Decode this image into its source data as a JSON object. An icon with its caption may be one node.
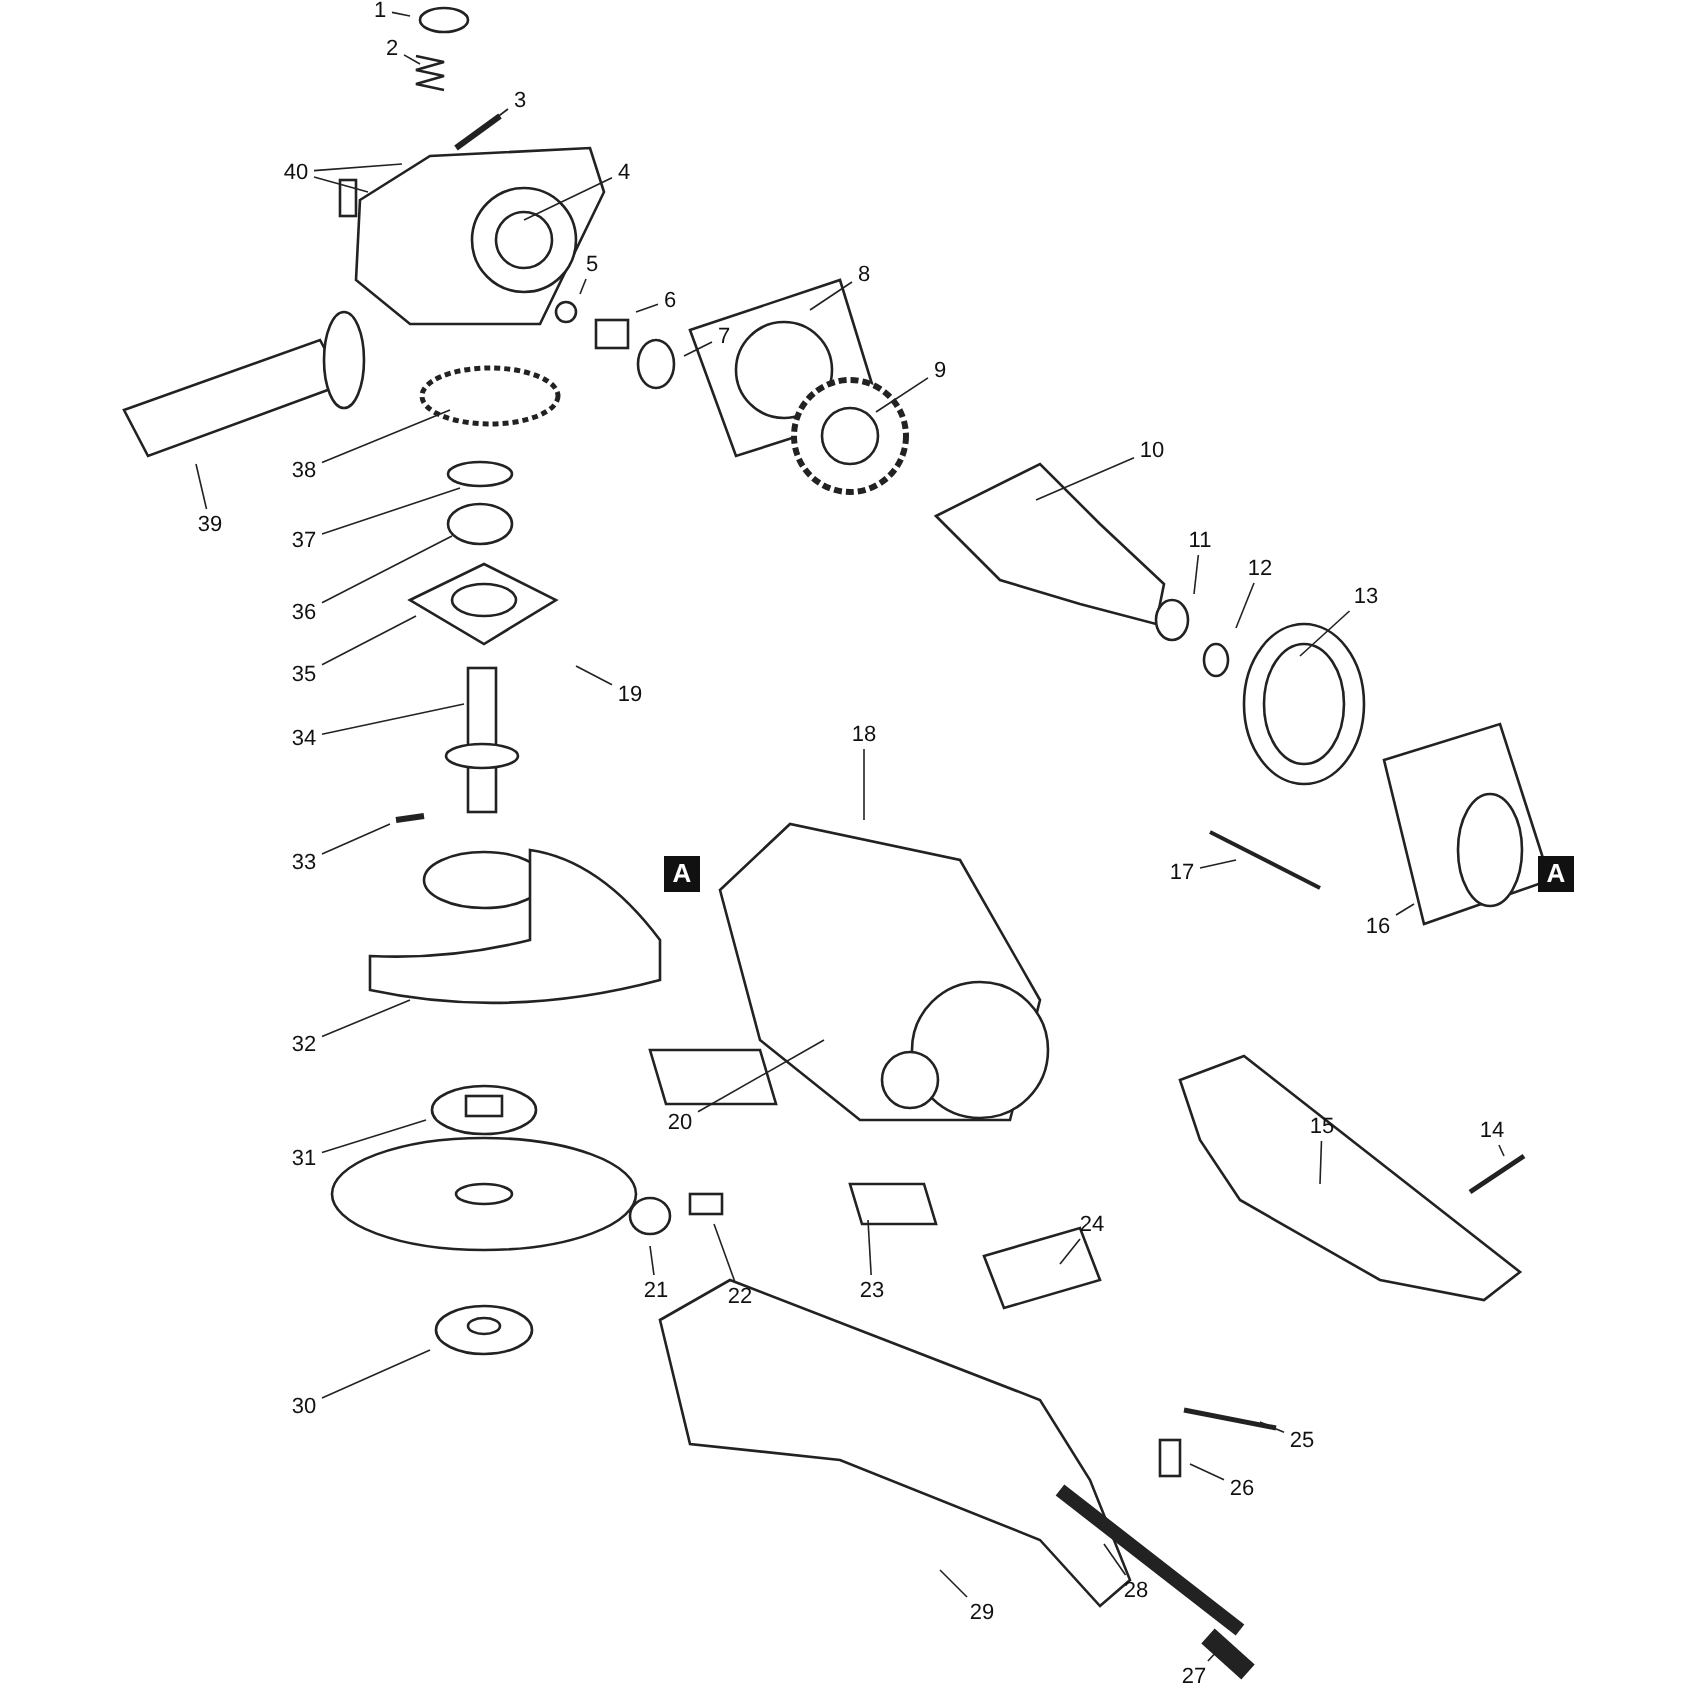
{
  "diagram": {
    "nodes": [
      {
        "text": [
          "1"
        ]
      },
      {
        "text": [
          "2"
        ]
      },
      {
        "text": [
          "3"
        ]
      },
      {
        "text": [
          "4"
        ]
      },
      {
        "text": [
          "5"
        ]
      },
      {
        "text": [
          "6"
        ]
      },
      {
        "text": [
          "7"
        ]
      },
      {
        "text": [
          "8"
        ]
      },
      {
        "text": [
          "9"
        ]
      },
      {
        "text": [
          "10"
        ]
      },
      {
        "text": [
          "11"
        ]
      },
      {
        "text": [
          "12"
        ]
      },
      {
        "text": [
          "13"
        ]
      },
      {
        "text": [
          "14"
        ]
      },
      {
        "text": [
          "15"
        ]
      },
      {
        "text": [
          "16"
        ]
      },
      {
        "text": [
          "17"
        ]
      },
      {
        "text": [
          "18"
        ]
      },
      {
        "text": [
          "19"
        ]
      },
      {
        "text": [
          "20"
        ]
      },
      {
        "text": [
          "21"
        ]
      },
      {
        "text": [
          "22"
        ]
      },
      {
        "text": [
          "23"
        ]
      },
      {
        "text": [
          "24"
        ]
      },
      {
        "text": [
          "25"
        ]
      },
      {
        "text": [
          "26"
        ]
      },
      {
        "text": [
          "27"
        ]
      },
      {
        "text": [
          "28"
        ]
      },
      {
        "text": [
          "29"
        ]
      },
      {
        "text": [
          "30"
        ]
      },
      {
        "text": [
          "31"
        ]
      },
      {
        "text": [
          "32"
        ]
      },
      {
        "text": [
          "33"
        ]
      },
      {
        "text": [
          "34"
        ]
      },
      {
        "text": [
          "35"
        ]
      },
      {
        "text": [
          "36"
        ]
      },
      {
        "text": [
          "37"
        ]
      },
      {
        "text": [
          "38"
        ]
      },
      {
        "text": [
          "39"
        ]
      },
      {
        "text": [
          "40"
        ]
      }
    ],
    "edges": [
      {
        "from": 0,
        "to": null,
        "arrow": "none"
      },
      {
        "from": 1,
        "to": null,
        "arrow": "none"
      },
      {
        "from": 2,
        "to": null,
        "arrow": "none"
      },
      {
        "from": 3,
        "to": null,
        "arrow": "none"
      },
      {
        "from": 4,
        "to": null,
        "arrow": "none"
      },
      {
        "from": 5,
        "to": null,
        "arrow": "none"
      },
      {
        "from": 6,
        "to": null,
        "arrow": "none"
      },
      {
        "from": 7,
        "to": null,
        "arrow": "none"
      },
      {
        "from": 8,
        "to": null,
        "arrow": "none"
      },
      {
        "from": 9,
        "to": null,
        "arrow": "none"
      },
      {
        "from": 10,
        "to": null,
        "arrow": "none"
      },
      {
        "from": 11,
        "to": null,
        "arrow": "none"
      },
      {
        "from": 12,
        "to": null,
        "arrow": "none"
      },
      {
        "from": 13,
        "to": null,
        "arrow": "none"
      },
      {
        "from": 14,
        "to": null,
        "arrow": "none"
      },
      {
        "from": 15,
        "to": null,
        "arrow": "none"
      },
      {
        "from": 16,
        "to": null,
        "arrow": "none"
      },
      {
        "from": 17,
        "to": null,
        "arrow": "none"
      },
      {
        "from": 18,
        "to": null,
        "arrow": "none"
      },
      {
        "from": 19,
        "to": null,
        "arrow": "none"
      },
      {
        "from": 20,
        "to": null,
        "arrow": "none"
      },
      {
        "from": 21,
        "to": null,
        "arrow": "none"
      },
      {
        "from": 22,
        "to": null,
        "arrow": "none"
      },
      {
        "from": 23,
        "to": null,
        "arrow": "none"
      },
      {
        "from": 24,
        "to": null,
        "arrow": "none"
      },
      {
        "from": 25,
        "to": null,
        "arrow": "none"
      },
      {
        "from": 26,
        "to": null,
        "arrow": "none"
      },
      {
        "from": 27,
        "to": null,
        "arrow": "none"
      },
      {
        "from": 28,
        "to": null,
        "arrow": "none"
      },
      {
        "from": 29,
        "to": null,
        "arrow": "none"
      },
      {
        "from": 30,
        "to": null,
        "arrow": "none"
      },
      {
        "from": 31,
        "to": null,
        "arrow": "none"
      },
      {
        "from": 32,
        "to": null,
        "arrow": "none"
      },
      {
        "from": 33,
        "to": null,
        "arrow": "none"
      },
      {
        "from": 34,
        "to": null,
        "arrow": "none"
      },
      {
        "from": 35,
        "to": null,
        "arrow": "none"
      },
      {
        "from": 36,
        "to": null,
        "arrow": "none"
      },
      {
        "from": 37,
        "to": null,
        "arrow": "none"
      },
      {
        "from": 38,
        "to": null,
        "arrow": "none"
      },
      {
        "from": 39,
        "to": null,
        "arrow": "none"
      },
      {
        "from": 39,
        "to": null,
        "arrow": "none"
      }
    ],
    "labels": [
      "A",
      "A"
    ]
  }
}
